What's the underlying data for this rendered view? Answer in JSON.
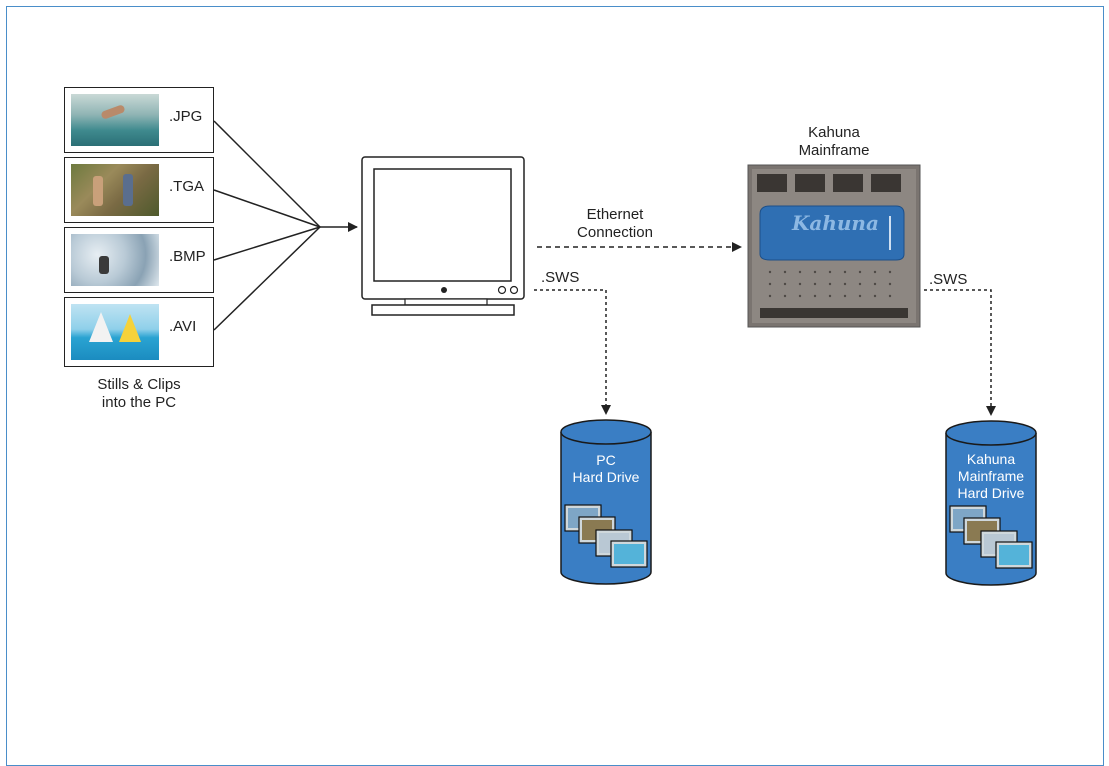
{
  "sources": {
    "items": [
      {
        "format": ".JPG"
      },
      {
        "format": ".TGA"
      },
      {
        "format": ".BMP"
      },
      {
        "format": ".AVI"
      }
    ],
    "caption_line1": "Stills & Clips",
    "caption_line2": "into the PC"
  },
  "mainframe": {
    "title_line1": "Kahuna",
    "title_line2": "Mainframe",
    "brand": "Kahuna"
  },
  "ethernet": {
    "line1": "Ethernet",
    "line2": "Connection"
  },
  "pc_output_label": ".SWS",
  "mainframe_output_label": ".SWS",
  "pc_drive": {
    "line1": "PC",
    "line2": "Hard Drive"
  },
  "mainframe_drive": {
    "line1": "Kahuna",
    "line2": "Mainframe",
    "line3": "Hard Drive"
  },
  "colors": {
    "border": "#4a8ec9",
    "drive_fill": "#3a7ec4",
    "drive_stroke": "#1a1a1a",
    "line": "#222222"
  }
}
